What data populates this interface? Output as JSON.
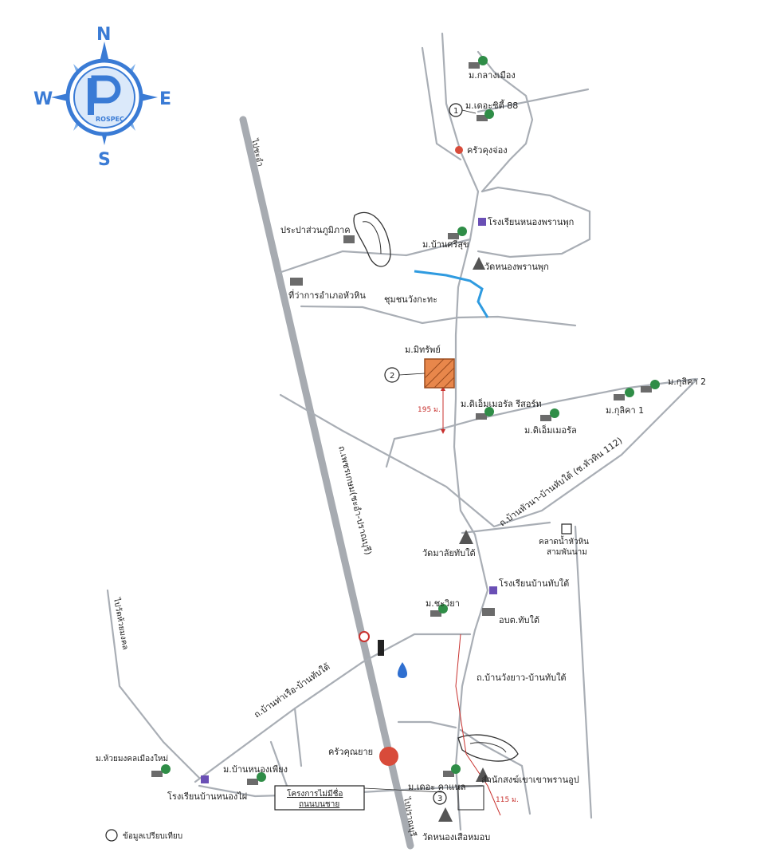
{
  "compass": {
    "north": "N",
    "south": "S",
    "east": "E",
    "west": "W",
    "logo_text": "ROSPEC",
    "color": "#3a7bd5"
  },
  "labels": {
    "to_cha_am": "ไปชะอำ",
    "to_nong_plap": "ไปวัดห้วยมงคล",
    "to_pranburi": "ไปปราณบุรี",
    "main_highway": "ถ.เพชรเกษม(ชะอำ-ปราณบุรี)",
    "klang_muang": "ม.กลางเมือง",
    "the_city_88": "ม.เดอะซิตี้ 88",
    "krua_kung_jong": "ครัวคุงจ่อง",
    "school_nong_phran_phuk": "โรงเรียนหนองพรานพุก",
    "ban_sri_suk": "ม.บ้านศรีสุข",
    "prapa": "ประปาส่วนภูมิภาค",
    "wat_nong_phran_phuk": "วัดหนองพรานพุก",
    "amphoe_office": "ที่ว่าการอำเภอหัวหิน",
    "chumchon": "ชุมชนวังกะทะ",
    "mitsap": "ม.มิทรัพย์",
    "dist_195": "195 ม.",
    "cm_resort": "ม.ดิเอ็มเมอรัล รีสอร์ท",
    "cm_village": "ม.ดิเอ็มเมอรัล",
    "kulika_1": "ม.กุลิคา 1",
    "kulika_2": "ม.กุลิคา 2",
    "road_112": "ถ.บ้านหัวนา-บ้านหับใต้ (ซ.หัวหิน 112)",
    "wat_malai": "วัดมาลัยทับใต้",
    "khlong_market_1": "คลาดน้ำหัวหิน",
    "khlong_market_2": "สามพันนาม",
    "school_ban_thap_tai": "โรงเรียนบ้านทับใต้",
    "chawiya": "ม.ชะวิยา",
    "obt_thap_tai": "อบต.ทับใต้",
    "road_wang_yao": "ถ.บ้านวังยาว-บ้านทับใต้",
    "road_tha_ruea": "ถ.บ้านท่าเรือ-บ้านทับใต้",
    "huai_mongkhon_new": "ม.ห้วยมงคลเมืองใหม่",
    "ban_nong_phiang": "ม.บ้านหนองเพียง",
    "school_ban_nong_phai": "โรงเรียนบ้านหนองไผ่",
    "project_label_1": "โครงการไม่มีชื่อ",
    "project_label_2": "ถนนบนชาย",
    "krua_khun_yai": "ครัวคุณยาย",
    "the_canal": "ม.เดอะ คาแนล",
    "samnak_song": "สำนักสงฆ์เขาเขาพรานอูป",
    "dist_115": "115 ม.",
    "wat_nong_suea": "วัดหนองเสือหมอบ",
    "legend_text": "ข้อมูลเปรียบเทียบ",
    "marker_1": "1",
    "marker_2": "2",
    "marker_3": "3"
  },
  "colors": {
    "road": "#a9aeb5",
    "water": "#2f9be0",
    "highlight_plot": "#e8874b",
    "distance": "#c8312e",
    "tree": "#2f8d47",
    "building": "#6b6b6b"
  }
}
